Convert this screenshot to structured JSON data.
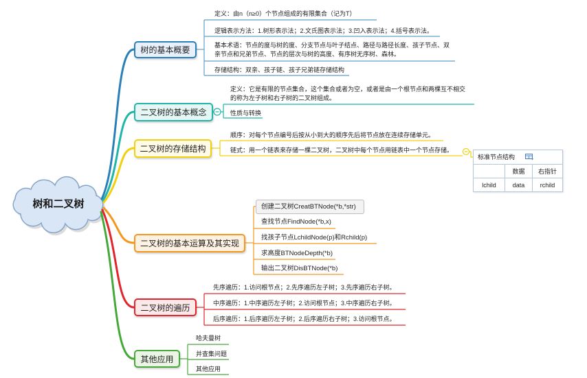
{
  "root": {
    "label": "树和二叉树",
    "fill": "#d9e6f5",
    "stroke": "#86a4c8"
  },
  "branches": [
    {
      "label": "树的基本概要",
      "color": "#2b7fb8",
      "fill": "#e8f1fb",
      "items": [
        {
          "text": "定义：由n（n≥0）个节点组成的有限集合（记为T）"
        },
        {
          "text": "逻辑表示方法：1.树形表示法；2.文氏图表示法；3.凹入表示法；4.括号表示法。"
        },
        {
          "lines": [
            "基本术语：节点的度与树的度、分支节点与叶子结点、路径与路径长度、孩子节点、双",
            "亲节点和兄弟节点、节点的层次与树的高度、有序树无序树、森林。"
          ]
        },
        {
          "text": "存储结构：双亲、孩子链、孩子兄弟链存储结构"
        }
      ]
    },
    {
      "label": "二叉树的基本概念",
      "color": "#1fb5a8",
      "fill": "#e5f7f4",
      "items": [
        {
          "lines": [
            "定义：它是有限的节点集合，这个集合或者为空，或者是由一个根节点和两棵互不相交",
            "的称为左子树和右子树的二叉树组成。"
          ]
        },
        {
          "text": "性质与转换"
        }
      ]
    },
    {
      "label": "二叉树的存储结构",
      "color": "#f2cf0f",
      "fill": "#fffbe6",
      "items": [
        {
          "text": "顺序：对每个节点编号后按从小到大的顺序先后将节点放在连续存储单元。"
        },
        {
          "text": "链式：用一个链表来存储一棵二叉树，二叉树中每个节点用链表中一个节点存储。"
        }
      ]
    },
    {
      "label": "二叉树的基本运算及其实现",
      "color": "#f5961d",
      "fill": "#fdf1e2",
      "items": [
        {
          "text": "创建二叉树CreatBTNode(*b,*str)",
          "selected": true
        },
        {
          "text": "查找节点FindNode(*b,x)"
        },
        {
          "text": "找孩子节点LchildNode(p)和Rchild(p)"
        },
        {
          "text": "求高度BTNodeDepth(*b)"
        },
        {
          "text": "输出二叉树DisBTNode(*b)"
        }
      ]
    },
    {
      "label": "二叉树的遍历",
      "color": "#e1252b",
      "fill": "#fce8e8",
      "items": [
        {
          "text": "先序遍历：1.访问根节点；2.先序遍历左子树；3.先序遍历右子树。"
        },
        {
          "text": "中序遍历：1.中序遍历左子树；2.访问根节点；3.中序遍历右子树。"
        },
        {
          "text": "后序遍历：1.后序遍历左子树；2.后序遍历右子树；3.访问根节点。"
        }
      ]
    },
    {
      "label": "其他应用",
      "color": "#47a83a",
      "fill": "#eaf5e6",
      "items": [
        {
          "text": "哈夫曼树"
        },
        {
          "text": "并查集问题"
        },
        {
          "text": "其他应用"
        }
      ]
    }
  ],
  "storage_table": {
    "title": "标准节点结构",
    "icon": "table-icon",
    "header": [
      "",
      "数据",
      "右指针"
    ],
    "row": [
      "lchild",
      "data",
      "rchild"
    ]
  }
}
